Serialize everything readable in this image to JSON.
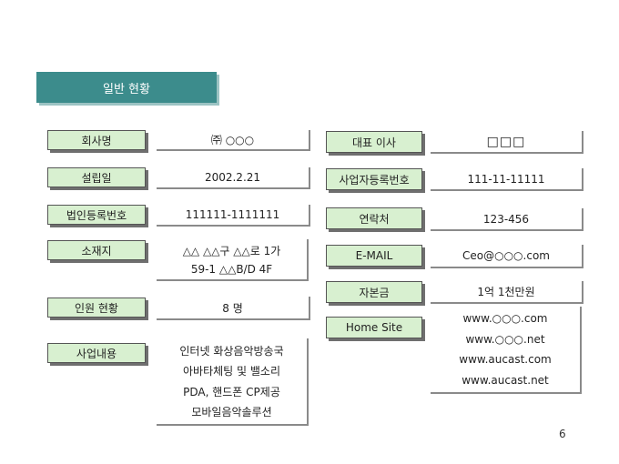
{
  "section_title": "일반 현황",
  "left": [
    {
      "key": "company",
      "label": "회사명",
      "lines": [
        "㈜ ○○○"
      ]
    },
    {
      "key": "founded",
      "label": "설립일",
      "lines": [
        "2002.2.21"
      ]
    },
    {
      "key": "corp_reg",
      "label": "법인등록번호",
      "lines": [
        "111111-1111111"
      ]
    },
    {
      "key": "address",
      "label": "소재지",
      "lines": [
        "△△ △△구 △△로 1가",
        "59-1 △△B/D 4F"
      ]
    },
    {
      "key": "staff",
      "label": "인원 현황",
      "lines": [
        "8 명"
      ]
    },
    {
      "key": "business",
      "label": "사업내용",
      "lines": [
        "인터넷 화상음악방송국",
        "아바타체팅 및 밸소리",
        "PDA, 핸드폰 CP제공",
        "모바일음악솔루션"
      ]
    }
  ],
  "right": [
    {
      "key": "ceo",
      "label": "대표 이사",
      "lines": [
        "□□□"
      ]
    },
    {
      "key": "biz_reg",
      "label": "사업자등록번호",
      "lines": [
        "111-11-11111"
      ]
    },
    {
      "key": "contact",
      "label": "연락처",
      "lines": [
        "123-456"
      ]
    },
    {
      "key": "email",
      "label": "E-MAIL",
      "lines": [
        "Ceo@○○○.com"
      ]
    },
    {
      "key": "capital",
      "label": "자본금",
      "lines": [
        "1억 1천만원"
      ]
    },
    {
      "key": "homesite",
      "label": "Home Site",
      "lines": [
        "www.○○○.com",
        "www.○○○.net",
        "www.aucast.com",
        "www.aucast.net"
      ]
    }
  ],
  "page_number": "6"
}
